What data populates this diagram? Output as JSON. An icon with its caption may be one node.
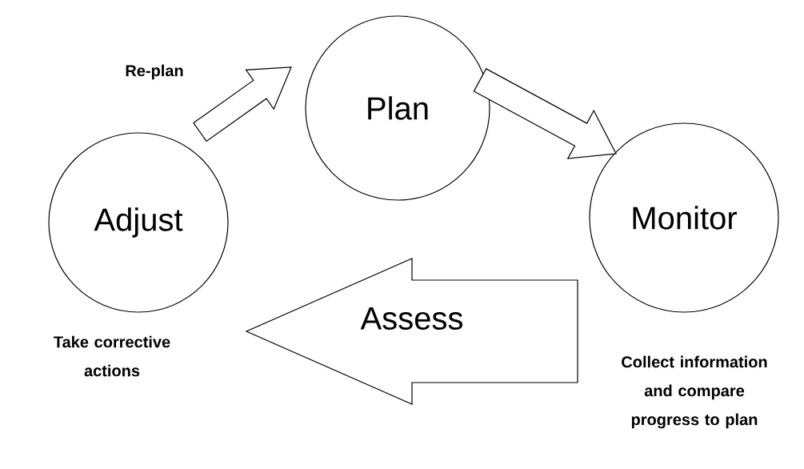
{
  "diagram": {
    "nodes": [
      {
        "text": [
          "Plan"
        ]
      },
      {
        "text": [
          "Adjust"
        ],
        "beside": [
          "Take corrective actions"
        ]
      },
      {
        "text": [
          "Monitor"
        ],
        "beside": [
          "Collect information and compare progress to plan"
        ]
      }
    ],
    "edges": [
      {
        "from": 1,
        "to": 0,
        "arrow": "to",
        "label": "Re-plan"
      },
      {
        "from": 0,
        "to": 2,
        "arrow": "to"
      },
      {
        "from": 2,
        "to": 1,
        "arrow": "to",
        "label": "Assess"
      }
    ]
  }
}
